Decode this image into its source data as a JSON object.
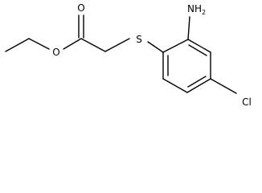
{
  "atoms": {
    "ester_oxygen": "O",
    "carbonyl_oxygen": "O",
    "sulfur": "S",
    "amino": {
      "main": "NH",
      "subscript": "2"
    },
    "chlorine": "Cl"
  },
  "colors": {
    "bond": "#000000",
    "label": "#000000",
    "background": "#ffffff"
  }
}
